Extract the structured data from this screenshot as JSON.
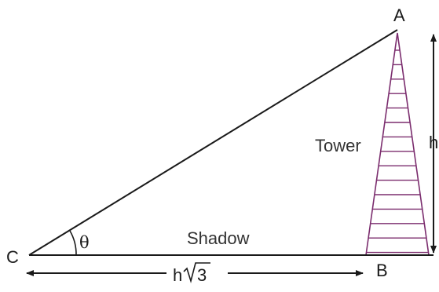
{
  "diagram": {
    "vertices": {
      "a": "A",
      "b": "B",
      "c": "C"
    },
    "angle_label": "θ",
    "tower_label": "Tower",
    "shadow_label": "Shadow",
    "height_label": "h",
    "shadow_length": {
      "prefix": "h",
      "radicand": "3"
    },
    "colors": {
      "tower": "#7b2d6e",
      "lines": "#1a1a1a",
      "text": "#333333"
    }
  }
}
